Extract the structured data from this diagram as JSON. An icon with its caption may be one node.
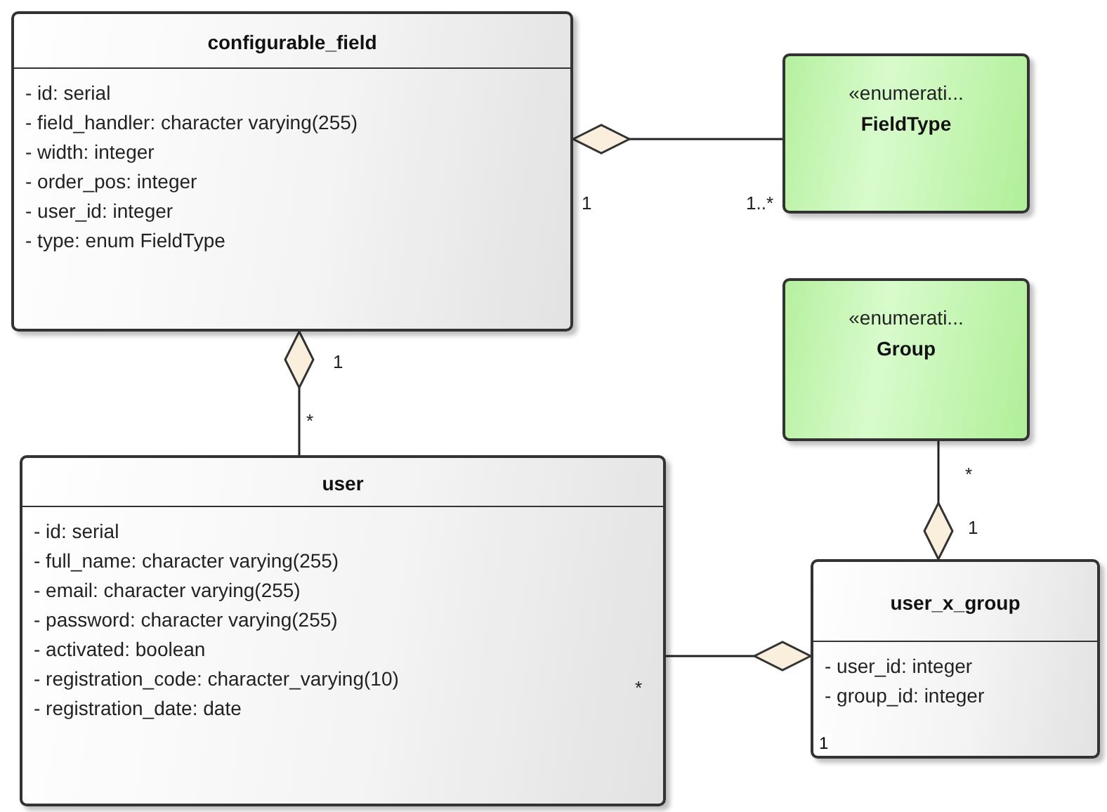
{
  "diagram": {
    "nodes": [
      {
        "text": [
          "configurable_field",
          "- id: serial",
          "- field_handler: character varying(255)",
          "- width: integer",
          "- order_pos: integer",
          "- user_id: integer",
          "- type: enum FieldType"
        ]
      },
      {
        "text": [
          "«enumerati...",
          "FieldType"
        ]
      },
      {
        "text": [
          "«enumerati...",
          "Group"
        ]
      },
      {
        "text": [
          "user",
          "- id: serial",
          "- full_name: character varying(255)",
          "- email: character varying(255)",
          "- password: character varying(255)",
          "- activated: boolean",
          "- registration_code: character_varying(10)",
          "- registration_date: date"
        ]
      },
      {
        "text": [
          "user_x_group",
          "- user_id: integer",
          "- group_id: integer",
          "1"
        ]
      }
    ],
    "edges": [
      {
        "from": 0,
        "to": 1,
        "arrow": "other"
      },
      {
        "from": 0,
        "to": 3,
        "arrow": "other"
      },
      {
        "from": 4,
        "to": 2,
        "arrow": "other"
      },
      {
        "from": 4,
        "to": 3,
        "arrow": "other"
      }
    ],
    "labels": [
      "1",
      "1..*",
      "1",
      "*",
      "*",
      "1",
      "*"
    ]
  }
}
